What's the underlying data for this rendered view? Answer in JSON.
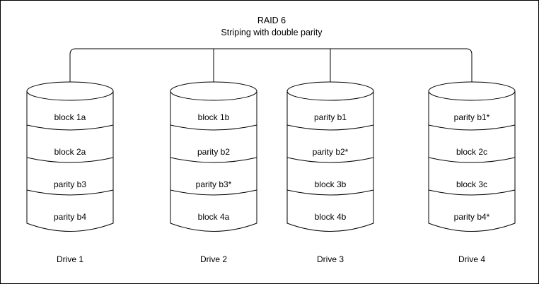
{
  "diagram": {
    "title_line1": "RAID 6",
    "title_line2": "Striping with double parity",
    "stroke_color": "#000000",
    "background_color": "#ffffff",
    "text_color": "#000000"
  },
  "drives": [
    {
      "label": "Drive 1",
      "cells": [
        "block 1a",
        "block 2a",
        "parity b3",
        "parity b4"
      ]
    },
    {
      "label": "Drive 2",
      "cells": [
        "block 1b",
        "parity b2",
        "parity b3*",
        "block 4a"
      ]
    },
    {
      "label": "Drive 3",
      "cells": [
        "parity b1",
        "parity b2*",
        "block 3b",
        "block 4b"
      ]
    },
    {
      "label": "Drive 4",
      "cells": [
        "parity b1*",
        "block 2c",
        "block 3c",
        "parity b4*"
      ]
    }
  ]
}
